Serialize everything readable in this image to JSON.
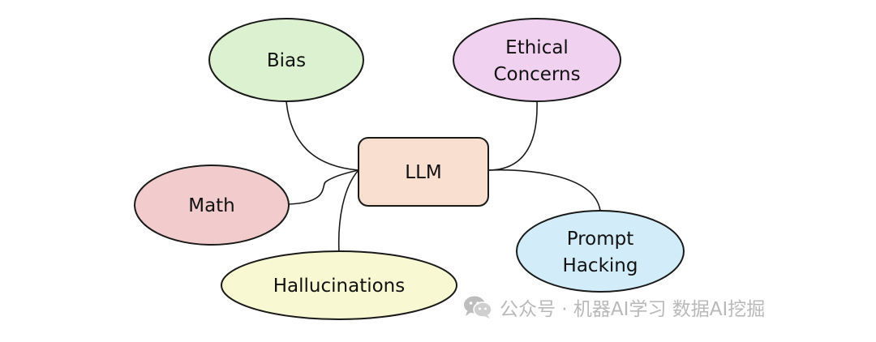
{
  "diagram": {
    "center": {
      "label": "LLM",
      "color": "#f9dfcf"
    },
    "nodes": [
      {
        "id": "bias",
        "lines": [
          "Bias"
        ],
        "color": "#dcf1cf"
      },
      {
        "id": "ethical",
        "lines": [
          "Ethical",
          "Concerns"
        ],
        "color": "#f1d1f0"
      },
      {
        "id": "math",
        "lines": [
          "Math"
        ],
        "color": "#f2cccc"
      },
      {
        "id": "hallucinations",
        "lines": [
          "Hallucinations"
        ],
        "color": "#f8f9d2"
      },
      {
        "id": "prompt",
        "lines": [
          "Prompt",
          "Hacking"
        ],
        "color": "#d2edf9"
      }
    ]
  },
  "watermark": {
    "icon": "wechat-icon",
    "text": "公众号 · 机器AI学习 数据AI挖掘"
  }
}
